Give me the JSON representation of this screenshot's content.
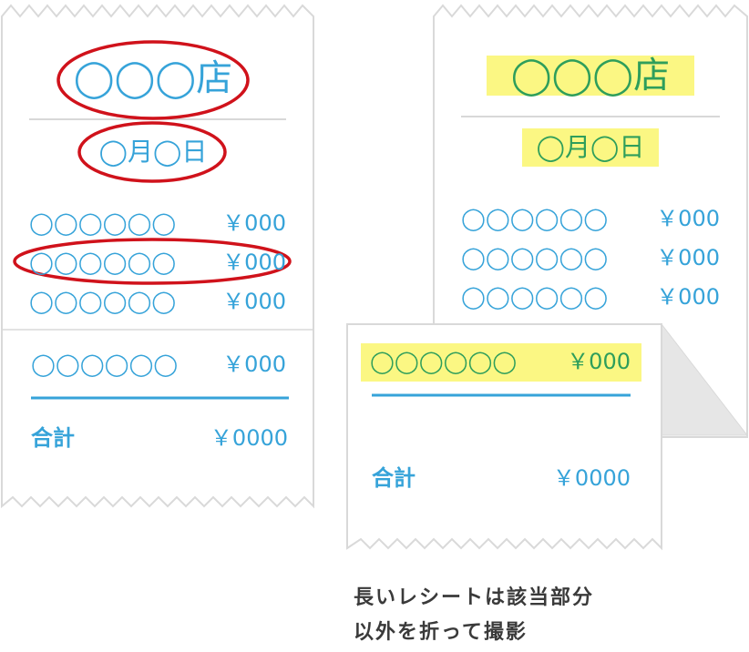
{
  "left_receipt": {
    "shop": "◯◯◯店",
    "date": "◯月◯日",
    "items": [
      {
        "name": "◯◯◯◯◯◯",
        "price": "￥000"
      },
      {
        "name": "◯◯◯◯◯◯",
        "price": "￥000"
      },
      {
        "name": "◯◯◯◯◯◯",
        "price": "￥000"
      }
    ],
    "extra_item": {
      "name": "◯◯◯◯◯◯",
      "price": "￥000"
    },
    "total_label": "合計",
    "total_value": "￥0000"
  },
  "right_receipt": {
    "shop": "◯◯◯店",
    "date": "◯月◯日",
    "items": [
      {
        "name": "◯◯◯◯◯◯",
        "price": "￥000"
      },
      {
        "name": "◯◯◯◯◯◯",
        "price": "￥000"
      },
      {
        "name": "◯◯◯◯◯◯",
        "price": "￥000"
      }
    ],
    "folded_item": {
      "name": "◯◯◯◯◯◯",
      "price": "￥000"
    },
    "total_label": "合計",
    "total_value": "￥0000"
  },
  "caption": {
    "line1": "長いレシートは該当部分",
    "line2": "以外を折って撮影"
  },
  "colors": {
    "text_blue": "#36a3d9",
    "text_green": "#2e9e5b",
    "circle_red": "#d0121b",
    "highlight_yellow": "#fbf783",
    "receipt_border": "#d9d9d9",
    "fold_gray": "#e6e6e6"
  }
}
